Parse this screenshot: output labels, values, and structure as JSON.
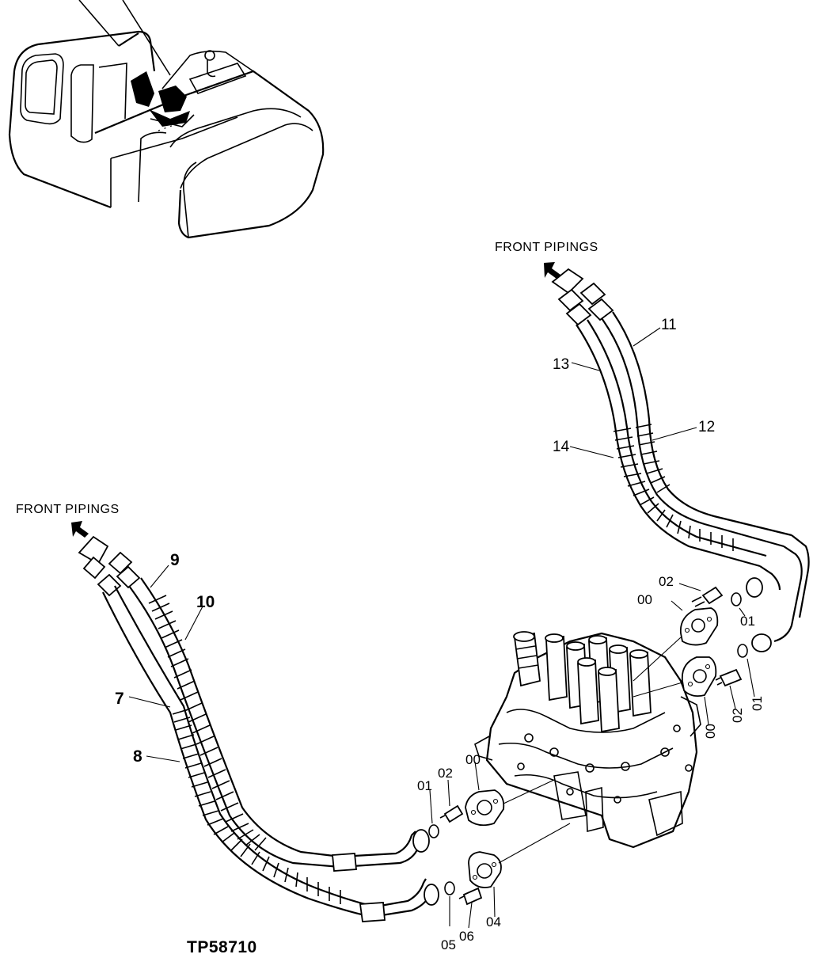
{
  "drawing_id": "TP58710",
  "callouts": {
    "front_pipings_left": "FRONT PIPINGS",
    "front_pipings_right": "FRONT PIPINGS"
  },
  "part_numbers": {
    "p7": "7",
    "p8": "8",
    "p9": "9",
    "p10": "10",
    "p11": "11",
    "p12": "12",
    "p13": "13",
    "p14": "14",
    "p00_upper": "00",
    "p02_upper": "02",
    "p01_upper": "01",
    "p00_mid": "00",
    "p02_mid": "02",
    "p01_mid": "01",
    "p00_lower": "00",
    "p02_lower": "02",
    "p01_lower": "01",
    "p04": "04",
    "p05": "05",
    "p06": "06"
  },
  "icons": [
    "excavator-cab-icon",
    "control-valve-icon",
    "arrow-up-left-icon"
  ]
}
